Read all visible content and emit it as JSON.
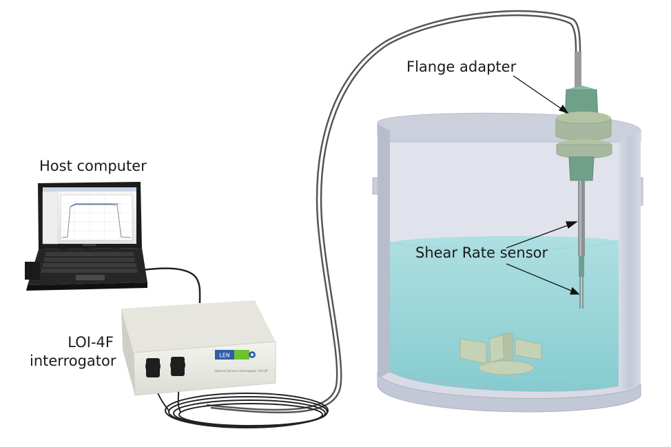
{
  "labels": {
    "host_computer": "Host computer",
    "interrogator_line1": "LOI-4F",
    "interrogator_line2": "interrogator",
    "flange_adapter": "Flange adapter",
    "shear_rate_sensor": "Shear Rate sensor"
  },
  "device": {
    "logo_text": "LEN",
    "front_text": "Optical Sensor Interrogator LOI-4F"
  },
  "laptop": {
    "brand_text": "Panasonic"
  },
  "colors": {
    "cable": "#555555",
    "liquid": "#8fd3d6",
    "tank": "#c6cbd8",
    "flange": "#a7b8a0",
    "fitting": "#6fa08a",
    "accent_logo": "#6dc22e"
  }
}
